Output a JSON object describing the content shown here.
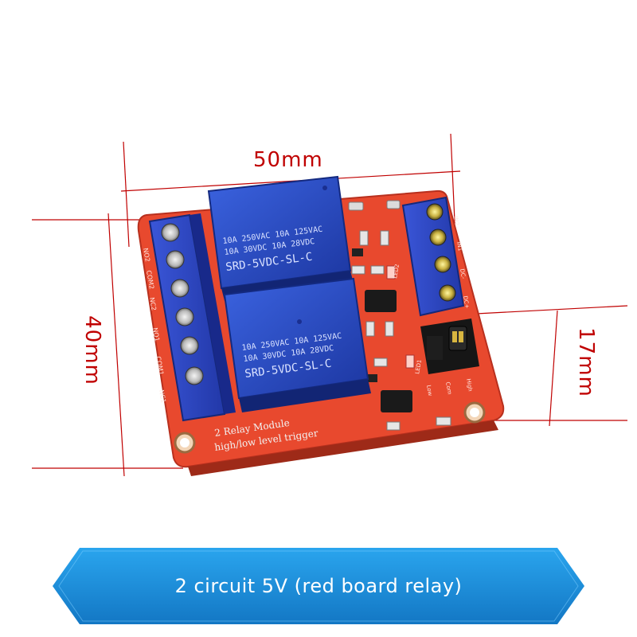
{
  "dimensions": {
    "width": "50mm",
    "height": "40mm",
    "depth": "17mm"
  },
  "relays": [
    {
      "line1": "10A 250VAC  10A 125VAC",
      "line2": "10A  30VDC  10A 28VDC",
      "model": "SRD-5VDC-SL-C"
    },
    {
      "line1": "10A 250VAC  10A 125VAC",
      "line2": "10A  30VDC  10A 28VDC",
      "model": "SRD-5VDC-SL-C"
    }
  ],
  "board": {
    "label_line1": "2 Relay  Module",
    "label_line2": "high/low level trigger",
    "left_pins": [
      "NO2",
      "COM2",
      "NC2",
      "NO1",
      "COM1",
      "NC1"
    ],
    "right_pins": [
      "DC+",
      "DC-",
      "IN1",
      "IN2"
    ],
    "jumper_labels": [
      "Low",
      "Com",
      "High"
    ],
    "led_labels": [
      "LED1",
      "LED2"
    ]
  },
  "colors": {
    "board": "#e8492e",
    "relay": "#2748b8",
    "dimension_lines": "#c00000",
    "banner": "#1b8fd8"
  },
  "banner": {
    "text": "2 circuit 5V (red board relay)"
  }
}
